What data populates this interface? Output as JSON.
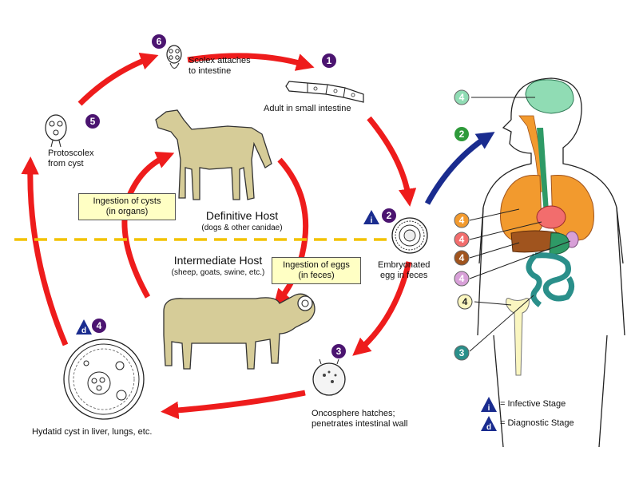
{
  "steps": {
    "s1": "1",
    "s2": "2",
    "s3": "3",
    "s4": "4",
    "s5": "5",
    "s6": "6"
  },
  "labels": {
    "scolex_line1": "Scolex attaches",
    "scolex_line2": "to intestine",
    "adult": "Adult in small intestine",
    "protoscolex_line1": "Protoscolex",
    "protoscolex_line2": "from cyst",
    "egg_line1": "Embryonated",
    "egg_line2": "egg in feces",
    "onco_line1": "Oncosphere hatches;",
    "onco_line2": "penetrates intestinal wall",
    "hydatid": "Hydatid cyst in liver, lungs, etc.",
    "ingest_cysts_line1": "Ingestion of cysts",
    "ingest_cysts_line2": "(in organs)",
    "ingest_eggs_line1": "Ingestion of eggs",
    "ingest_eggs_line2": "(in feces)",
    "def_host": "Definitive Host",
    "def_host_sub": "(dogs & other canidae)",
    "int_host": "Intermediate Host",
    "int_host_sub": "(sheep, goats, swine, etc.)"
  },
  "badges": {
    "infective": "i",
    "diagnostic": "d"
  },
  "legend": {
    "infective_text": "= Infective Stage",
    "diagnostic_text": "= Diagnostic Stage"
  },
  "colors": {
    "arrow_red": "#ee1c1c",
    "arrow_blue": "#1a2c8f",
    "step_purple": "#4b1470",
    "dash_yellow": "#f2c200",
    "animal_tan": "#d6cc98",
    "box_fill": "#ffffc4",
    "brain_green": "#90dcb4",
    "lung_orange": "#f29a2e",
    "heart_pink": "#f26d6d",
    "liver_brown": "#a0541e",
    "gut_green": "#2e9a66",
    "bone_cream": "#faf6c0",
    "kidney_lilac": "#d8a0d8",
    "teal": "#2a8f8a"
  }
}
